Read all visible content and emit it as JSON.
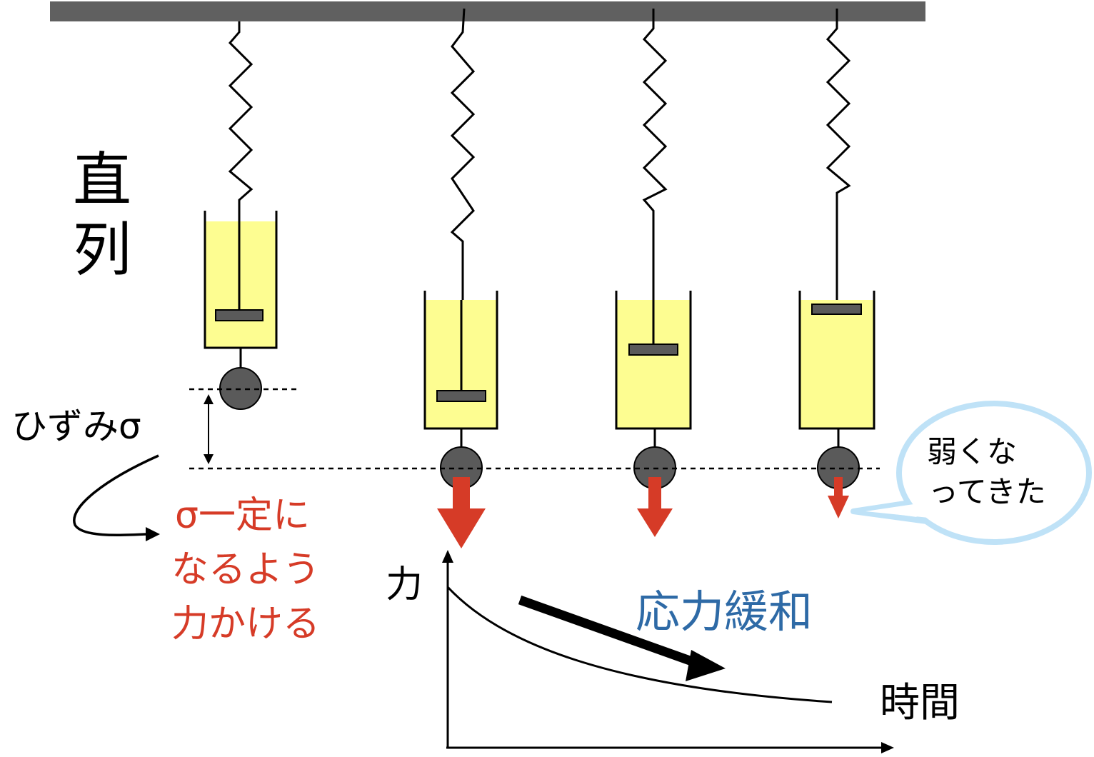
{
  "labels": {
    "series_title_line1": "直",
    "series_title_line2": "列",
    "strain": "ひずみσ",
    "instruction_line1": "σ一定に",
    "instruction_line2": "なるよう",
    "instruction_line3": "力かける",
    "force_axis": "力",
    "time_axis": "時間",
    "relaxation": "応力緩和",
    "bubble_line1": "弱くな",
    "bubble_line2": "ってきた"
  },
  "colors": {
    "ceiling": "#606060",
    "dashpot_fluid": "#fdfd91",
    "piston": "#5a5a5a",
    "mass": "#5a5a5a",
    "force_arrow": "#d63b27",
    "bubble_border": "#bfe2f7",
    "text_red": "#d63b27",
    "text_blue": "#2e6aa6"
  },
  "elements": [
    {
      "id": "initial",
      "piston_position": "bottom",
      "force_arrow": "none"
    },
    {
      "id": "t1",
      "piston_position": "bottom",
      "force_arrow": "large"
    },
    {
      "id": "t2",
      "piston_position": "middle",
      "force_arrow": "medium"
    },
    {
      "id": "t3",
      "piston_position": "top",
      "force_arrow": "small"
    }
  ]
}
